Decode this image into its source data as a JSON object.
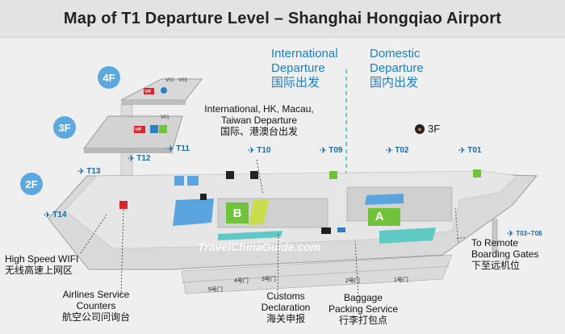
{
  "title": "Map of T1 Departure Level – Shanghai Hongqiao Airport",
  "headers": {
    "international": [
      "International",
      "Departure",
      "国际出发"
    ],
    "domestic": [
      "Domestic",
      "Departure",
      "国内出发"
    ]
  },
  "floors": {
    "f4": "4F",
    "f3": "3F",
    "f2": "2F",
    "f3_small": "3F"
  },
  "gates": {
    "t11": "T11",
    "t10": "T10",
    "t09": "T09",
    "t02": "T02",
    "t01": "T01",
    "t12": "T12",
    "t13": "T13",
    "t14": "T14",
    "t03_t08": "T03~T08"
  },
  "zones": {
    "b": "B",
    "a": "A"
  },
  "small_marks": {
    "v01a": "V01",
    "v03": "V03",
    "v01b": "V01",
    "vip1": "VIP",
    "vip2": "VIP",
    "d1": "1",
    "d2": "2",
    "d3": "3",
    "d4": "4",
    "d5": "5"
  },
  "doors": {
    "d1": "1号门",
    "d2": "2号门",
    "d3": "3号门",
    "d4": "4号门",
    "d5": "5号门"
  },
  "annotations": {
    "intl_hk": [
      "International, HK, Macau,",
      "Taiwan Departure",
      "国际、港澳台出发"
    ],
    "wifi": [
      "High Speed WIFI",
      "无线高速上网区"
    ],
    "airlines": [
      "Airlines Service",
      "Counters",
      "航空公司问询台"
    ],
    "customs": [
      "Customs",
      "Declaration",
      "海关申报"
    ],
    "baggage": [
      "Baggage",
      "Packing Service",
      "行李打包点"
    ],
    "remote": [
      "To Remote",
      "Boarding Gates",
      "下至远机位"
    ]
  },
  "watermark": "TravelChinaGuide.com",
  "colors": {
    "accent": "#1b7fc4",
    "floor_badge": "#5ba9df",
    "zone_green": "#6fc33b",
    "counter_yellow": "#c9dc4a",
    "service_blue": "#5aa5e0",
    "aqua": "#5fc9c4"
  }
}
